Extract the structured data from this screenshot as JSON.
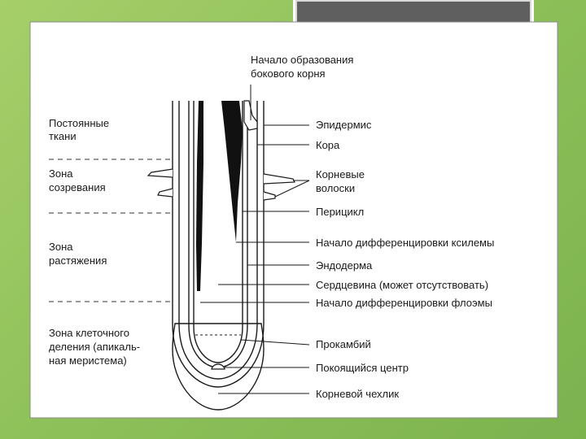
{
  "left_labels": {
    "permanent_1": "Постоянные",
    "permanent_2": "ткани",
    "maturation_1": "Зона",
    "maturation_2": "созревания",
    "elongation_1": "Зона",
    "elongation_2": "растяжения",
    "division_1": "Зона клеточного",
    "division_2": "деления (апикаль-",
    "division_3": "ная меристема)"
  },
  "right_labels": {
    "lateral_root_1": "Начало образования",
    "lateral_root_2": "бокового корня",
    "epidermis": "Эпидермис",
    "cortex": "Кора",
    "root_hairs_1": "Корневые",
    "root_hairs_2": "волоски",
    "pericycle": "Перицикл",
    "xylem": "Начало дифференцировки ксилемы",
    "endodermis": "Эндодерма",
    "pith": "Сердцевина (может отсутствовать)",
    "phloem": "Начало дифференцировки флоэмы",
    "procambium": "Прокамбий",
    "quiescent_center": "Покоящийся центр",
    "root_cap": "Корневой чехлик"
  },
  "colors": {
    "background_green": "#8fc15a",
    "top_bar": "#5f5f5f",
    "ink": "#1a1a1a"
  }
}
